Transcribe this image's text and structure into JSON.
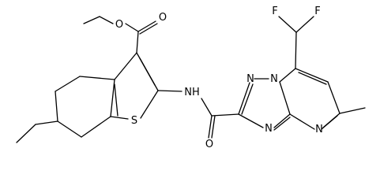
{
  "molecule": {
    "atoms": {
      "o_ester_single": "O",
      "o_ester_double": "O",
      "s_thiophene": "S",
      "n_amide": "NH",
      "o_amide": "O",
      "n_triazole_1": "N",
      "n_triazole_2": "N",
      "n_triazole_4": "N",
      "n_pyrimidine": "N",
      "f_1": "F",
      "f_2": "F"
    }
  },
  "colors": {
    "bond": "#000000",
    "label": "#000000",
    "background": "#ffffff"
  }
}
